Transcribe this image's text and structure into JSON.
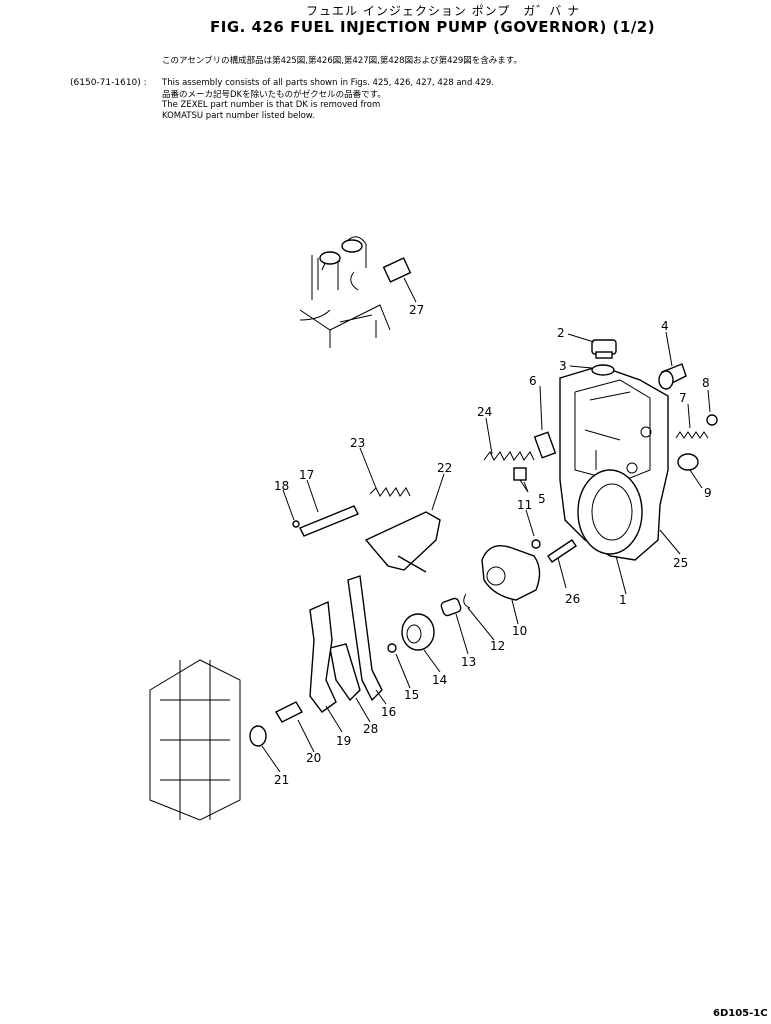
{
  "header": {
    "title_jp": "フュエル インジェクション ポンプ　ガ゛バ ナ",
    "title_en": "FIG. 426  FUEL  INJECTION  PUMP  (GOVERNOR)  (1/2)"
  },
  "notes": {
    "line1_jp": "このアセンブリの構成部品は第425図,第426図,第427図,第428図および第429図を含みます。",
    "assembly_code": "(6150-71-1610) :",
    "line2_en": "This assembly consists of all parts shown in Figs. 425, 426, 427, 428 and 429.",
    "line3_jp": "品番のメーカ記号DKを除いたものがゼクセルの品番です。",
    "line4_en": "The ZEXEL part number is that DK is removed from",
    "line5_en": "KOMATSU part number listed below."
  },
  "callouts": [
    "1",
    "2",
    "3",
    "4",
    "5",
    "6",
    "7",
    "8",
    "9",
    "10",
    "11",
    "12",
    "13",
    "14",
    "15",
    "16",
    "17",
    "18",
    "19",
    "20",
    "21",
    "22",
    "23",
    "24",
    "25",
    "26",
    "27",
    "28"
  ],
  "footer": {
    "drawing_code": "6D105-1C"
  }
}
